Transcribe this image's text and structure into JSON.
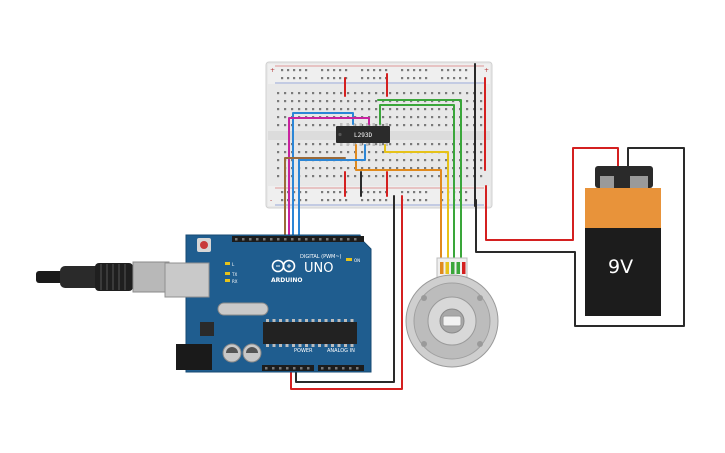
{
  "breadboard": {
    "chip_label": "L293D",
    "rail_plus": "+",
    "rail_minus": "-"
  },
  "arduino": {
    "model": "UNO",
    "brand": "ARDUINO",
    "header_digital": "DIGITAL (PWM~)",
    "header_power": "POWER",
    "header_analog": "ANALOG IN",
    "led_on": "ON",
    "led_tx": "TX",
    "led_rx": "RX",
    "led_l": "L"
  },
  "battery": {
    "label": "9V"
  },
  "colors": {
    "wire_red": "#d42020",
    "wire_black": "#2a2a2a",
    "wire_green": "#3aa63a",
    "wire_blue": "#2b86d6",
    "wire_magenta": "#c8239f",
    "wire_yellow": "#e6c21a",
    "wire_orange": "#e08a1e",
    "wire_brown": "#9a6a3a",
    "arduino_blue": "#1f5d8f",
    "battery_orange": "#e8933a"
  }
}
